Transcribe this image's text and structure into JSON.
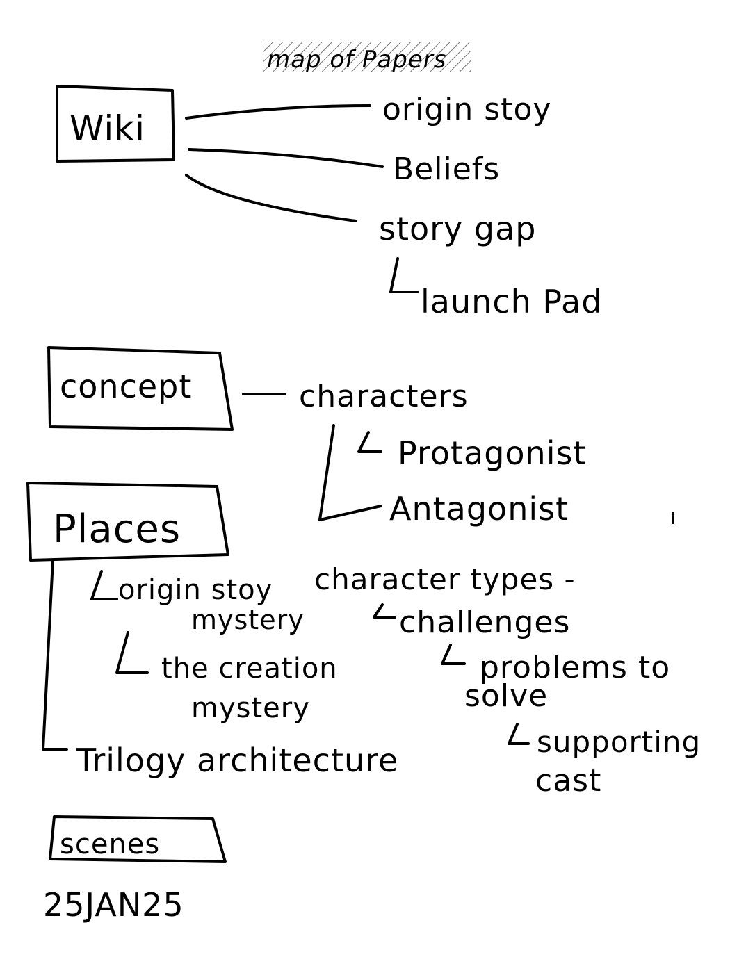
{
  "title": "map of Papers",
  "boxes": {
    "wiki": "Wiki",
    "concept": "concept",
    "places": "Places",
    "scenes": "scenes"
  },
  "wiki_branches": {
    "origin_story": "origin stoy",
    "beliefs": "Beliefs",
    "story_gap": "story gap",
    "launch_pad": "launch Pad"
  },
  "concept_branches": {
    "characters": "characters",
    "protagonist": "Protagonist",
    "antagonist": "Antagonist",
    "character_types": "character types -",
    "challenges": "challenges",
    "problems_to_solve_line1": "problems to",
    "problems_to_solve_line2": "solve",
    "supporting_cast_line1": "supporting",
    "supporting_cast_line2": "cast"
  },
  "places_branches": {
    "origin_story_mystery_line1": "origin stoy",
    "origin_story_mystery_line2": "mystery",
    "creation_mystery_line1": "the creation",
    "creation_mystery_line2": "mystery",
    "trilogy_architecture": "Trilogy architecture"
  },
  "date": "25JAN25"
}
